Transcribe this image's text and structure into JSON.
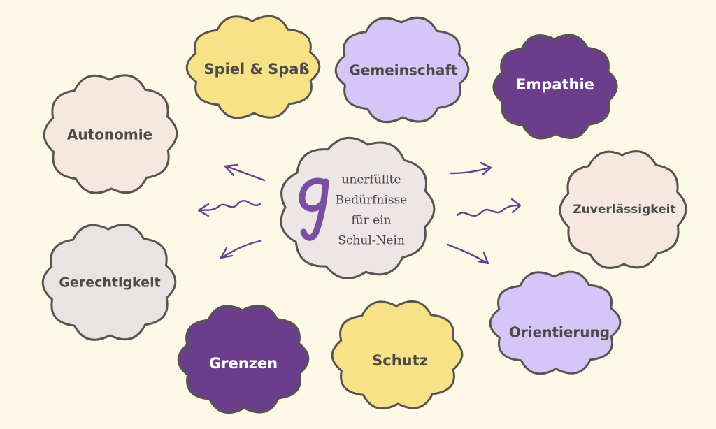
{
  "center": {
    "icon": "g-letter-icon",
    "lines": [
      "unerfüllte",
      "Bedürfnisse",
      "für ein",
      "Schul-Nein"
    ]
  },
  "needs": [
    {
      "label": "Spiel & Spaß",
      "fill": "#f8e288",
      "text": "#4d4a4a"
    },
    {
      "label": "Gemeinschaft",
      "fill": "#d4c7f7",
      "text": "#4d4a4a"
    },
    {
      "label": "Empathie",
      "fill": "#6b3e8c",
      "text": "#ffffff"
    },
    {
      "label": "Autonomie",
      "fill": "#f4e8df",
      "text": "#4d4a4a"
    },
    {
      "label": "Zuverlässigkeit",
      "fill": "#f4e8df",
      "text": "#4d4a4a"
    },
    {
      "label": "Gerechtigkeit",
      "fill": "#e8e4e3",
      "text": "#4d4a4a"
    },
    {
      "label": "Orientierung",
      "fill": "#d4c7f7",
      "text": "#4d4a4a"
    },
    {
      "label": "Grenzen",
      "fill": "#6b3e8c",
      "text": "#ffffff"
    },
    {
      "label": "Schutz",
      "fill": "#f8e288",
      "text": "#4d4a4a"
    }
  ],
  "colors": {
    "background": "#fdf9e7",
    "center_fill": "#ece6e6",
    "outline": "#5a5352",
    "arrow": "#6b3f8e"
  }
}
